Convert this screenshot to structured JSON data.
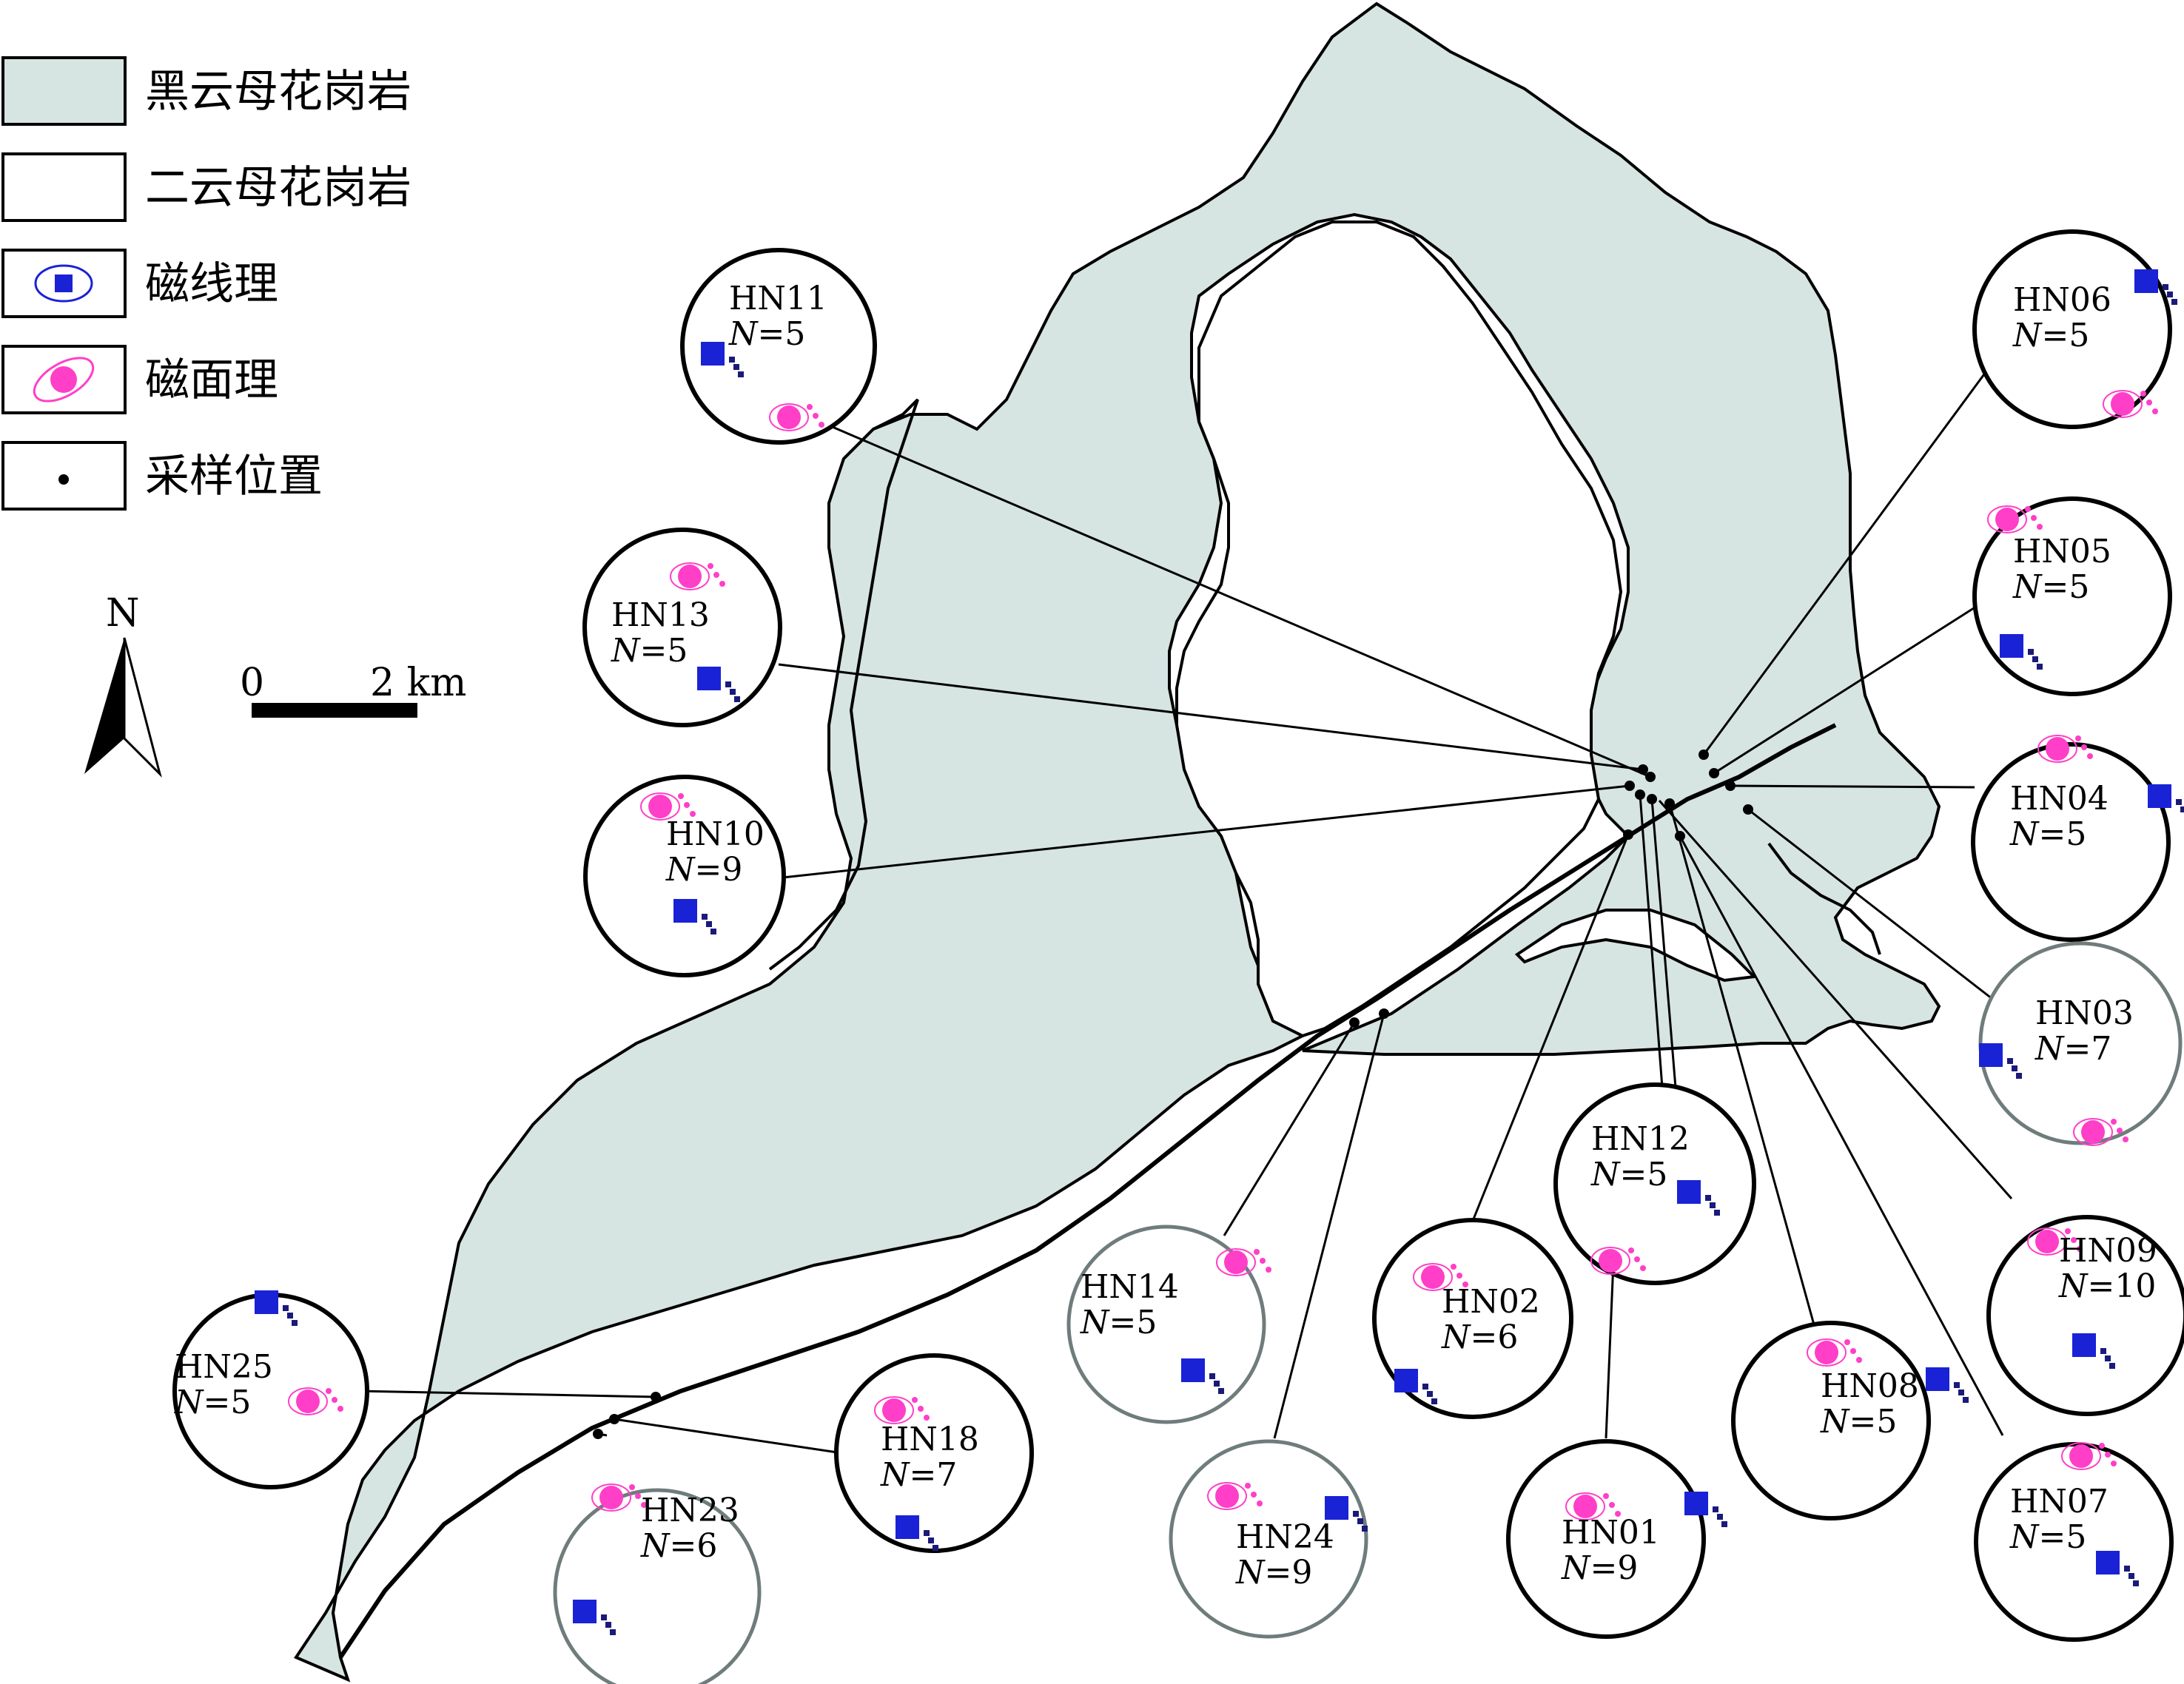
{
  "legend": {
    "items": [
      {
        "label": "黑云母花岗岩",
        "swatch": "biotite-granite-swatch"
      },
      {
        "label": "二云母花岗岩",
        "swatch": "two-mica-granite-swatch"
      },
      {
        "label": "磁线理",
        "swatch": "magnetic-lineation-symbol"
      },
      {
        "label": "磁面理",
        "swatch": "magnetic-foliation-symbol"
      },
      {
        "label": "采样位置",
        "swatch": "sampling-location-symbol"
      }
    ]
  },
  "north_arrow": {
    "label": "N",
    "icon": "north-arrow-icon"
  },
  "scale_bar": {
    "start_label": "0",
    "end_label": "2 km"
  },
  "colors": {
    "biotite_granite": "#d6e4e2",
    "two_mica_granite": "#ffffff",
    "lineation": "#1a22d6",
    "foliation": "#ff3fc8",
    "black_ring": "#000000",
    "grey_ring": "#6f7c7c"
  },
  "sites": [
    {
      "name": "HN11",
      "n_prefix": "N",
      "n_value": "=5"
    },
    {
      "name": "HN13",
      "n_prefix": "N",
      "n_value": "=5"
    },
    {
      "name": "HN10",
      "n_prefix": "N",
      "n_value": "=9"
    },
    {
      "name": "HN06",
      "n_prefix": "N",
      "n_value": "=5"
    },
    {
      "name": "HN05",
      "n_prefix": "N",
      "n_value": "=5"
    },
    {
      "name": "HN04",
      "n_prefix": "N",
      "n_value": "=5"
    },
    {
      "name": "HN03",
      "n_prefix": "N",
      "n_value": "=7"
    },
    {
      "name": "HN12",
      "n_prefix": "N",
      "n_value": "=5"
    },
    {
      "name": "HN09",
      "n_prefix": "N",
      "n_value": "=10"
    },
    {
      "name": "HN14",
      "n_prefix": "N",
      "n_value": "=5"
    },
    {
      "name": "HN02",
      "n_prefix": "N",
      "n_value": "=6"
    },
    {
      "name": "HN08",
      "n_prefix": "N",
      "n_value": "=5"
    },
    {
      "name": "HN25",
      "n_prefix": "N",
      "n_value": "=5"
    },
    {
      "name": "HN18",
      "n_prefix": "N",
      "n_value": "=7"
    },
    {
      "name": "HN24",
      "n_prefix": "N",
      "n_value": "=9"
    },
    {
      "name": "HN01",
      "n_prefix": "N",
      "n_value": "=9"
    },
    {
      "name": "HN07",
      "n_prefix": "N",
      "n_value": "=5"
    },
    {
      "name": "HN23",
      "n_prefix": "N",
      "n_value": "=6"
    }
  ]
}
